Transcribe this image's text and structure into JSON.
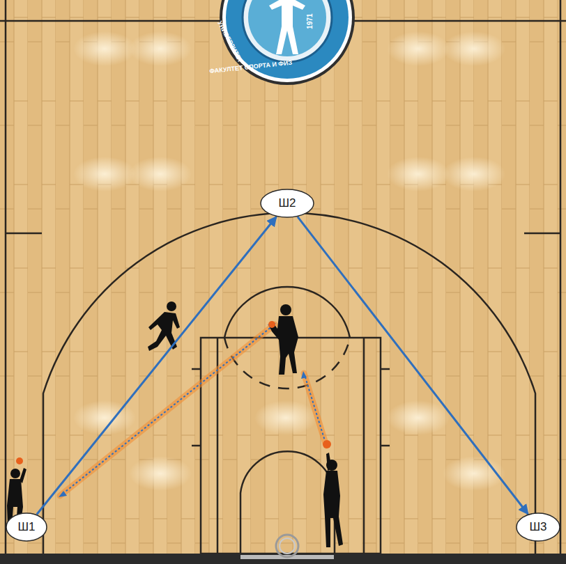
{
  "diagram": {
    "nodes": [
      {
        "text": [
          "Ш2"
        ]
      },
      {
        "text": [
          "Ш1"
        ]
      },
      {
        "text": [
          "Ш3"
        ]
      }
    ],
    "edges": [
      {
        "from": 1,
        "to": 0,
        "arrow": "to"
      },
      {
        "from": 0,
        "to": 2,
        "arrow": "to"
      }
    ],
    "labels": [
      "УНИВЕРЗИТЕТ",
      "1971",
      "ФАКУЛТЕТ СПОРТА И ФИЗ"
    ]
  }
}
